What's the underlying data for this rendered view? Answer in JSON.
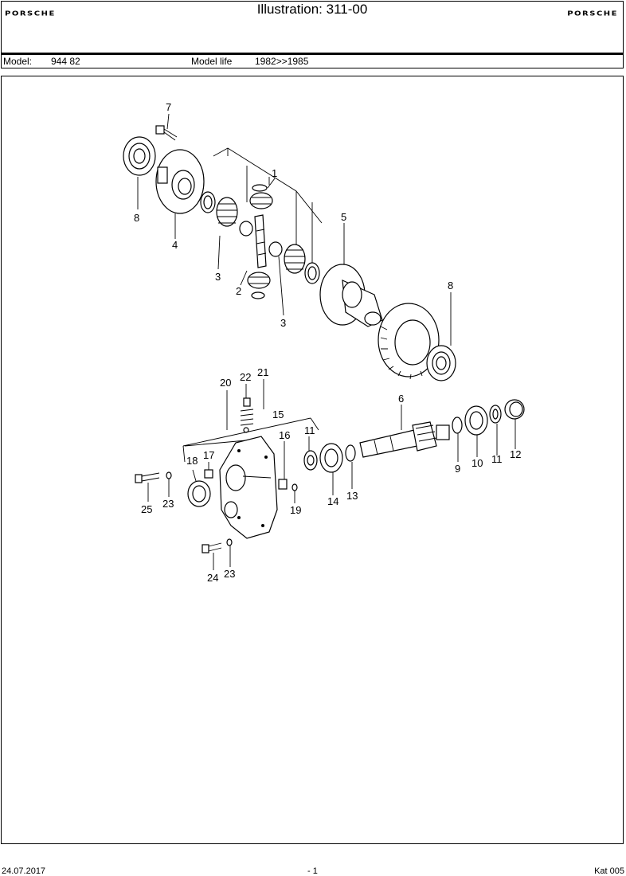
{
  "header": {
    "brand_left": "PORSCHE",
    "title": "Illustration: 311-00",
    "brand_right": "PORSCHE"
  },
  "model_bar": {
    "model_label": "Model:",
    "model_value": "944 82",
    "life_label": "Model life",
    "life_value": "1982>>1985"
  },
  "callouts": {
    "c1": "1",
    "c2": "2",
    "c3a": "3",
    "c3b": "3",
    "c4": "4",
    "c5": "5",
    "c6": "6",
    "c7": "7",
    "c8a": "8",
    "c8b": "8",
    "c9": "9",
    "c10": "10",
    "c11a": "11",
    "c11b": "11",
    "c12": "12",
    "c13": "13",
    "c14": "14",
    "c15": "15",
    "c16": "16",
    "c17": "17",
    "c18": "18",
    "c19": "19",
    "c20": "20",
    "c21": "21",
    "c22": "22",
    "c23a": "23",
    "c23b": "23",
    "c24": "24",
    "c25": "25"
  },
  "footer": {
    "date": "24.07.2017",
    "page": "- 1",
    "catalog": "Kat 005"
  }
}
